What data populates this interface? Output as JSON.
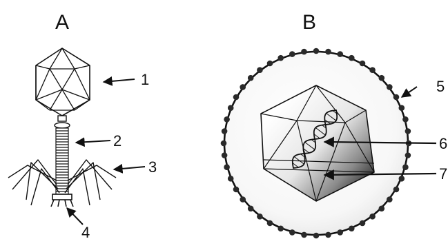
{
  "panels": {
    "a": {
      "letter": "A"
    },
    "b": {
      "letter": "B"
    }
  },
  "callouts": {
    "c1": "1",
    "c2": "2",
    "c3": "3",
    "c4": "4",
    "c5": "5",
    "c6": "6",
    "c7": "7"
  },
  "colors": {
    "line": "#111111",
    "envelope_dot": "#2a2a2a",
    "capsid_light": "#f4f4f4",
    "capsid_dark": "#1e1e1e"
  }
}
